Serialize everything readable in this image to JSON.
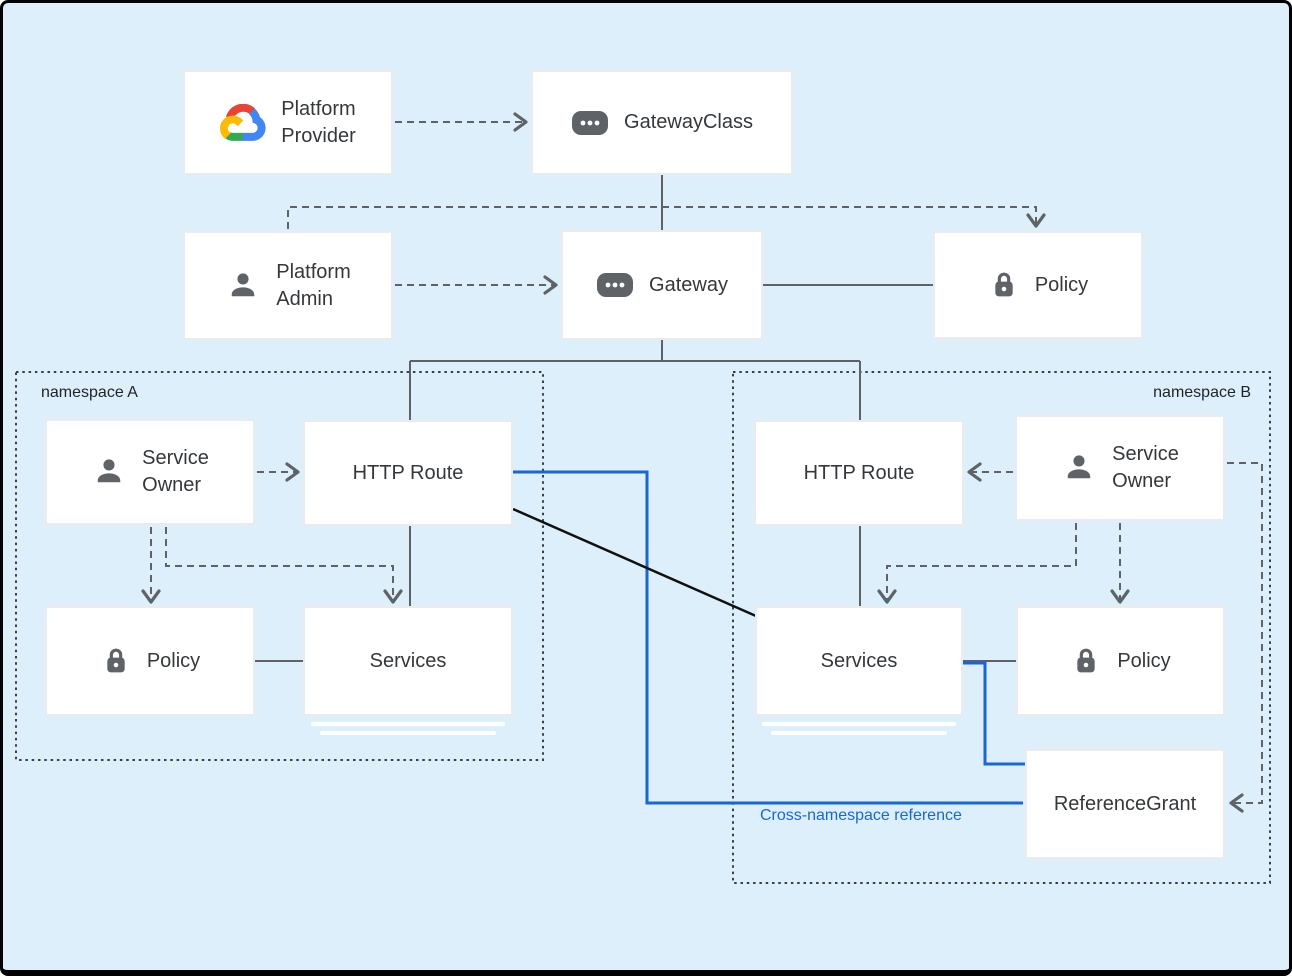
{
  "diagram": {
    "kind": "kubernetes-gateway-api-architecture",
    "colors": {
      "background": "#ddeffa",
      "outer_border": "#000000",
      "connector_gray": "#5f6368",
      "cross_namespace_blue": "#1967d2",
      "diagonal_black": "#111111",
      "icon_gray": "#5f6368",
      "box_border": "#e9ebec"
    }
  },
  "nodes": {
    "platform_provider": {
      "label": "Platform\nProvider",
      "icon": "google-cloud-logo"
    },
    "gateway_class": {
      "label": "GatewayClass",
      "icon": "resource-chip-icon"
    },
    "platform_admin": {
      "label": "Platform\nAdmin",
      "icon": "person-icon"
    },
    "gateway": {
      "label": "Gateway",
      "icon": "resource-chip-icon"
    },
    "policy_top": {
      "label": "Policy",
      "icon": "lock-icon"
    },
    "service_owner_a": {
      "label": "Service\nOwner",
      "icon": "person-icon"
    },
    "http_route_a": {
      "label": "HTTP Route"
    },
    "policy_a": {
      "label": "Policy",
      "icon": "lock-icon"
    },
    "services_a": {
      "label": "Services"
    },
    "http_route_b": {
      "label": "HTTP Route"
    },
    "service_owner_b": {
      "label": "Service\nOwner",
      "icon": "person-icon"
    },
    "services_b": {
      "label": "Services"
    },
    "policy_b": {
      "label": "Policy",
      "icon": "lock-icon"
    },
    "reference_grant": {
      "label": "ReferenceGrant"
    }
  },
  "groups": {
    "namespace_a": {
      "label": "namespace A"
    },
    "namespace_b": {
      "label": "namespace B"
    }
  },
  "annotations": {
    "cross_namespace": {
      "label": "Cross-namespace reference",
      "color": "#1967d2"
    }
  }
}
